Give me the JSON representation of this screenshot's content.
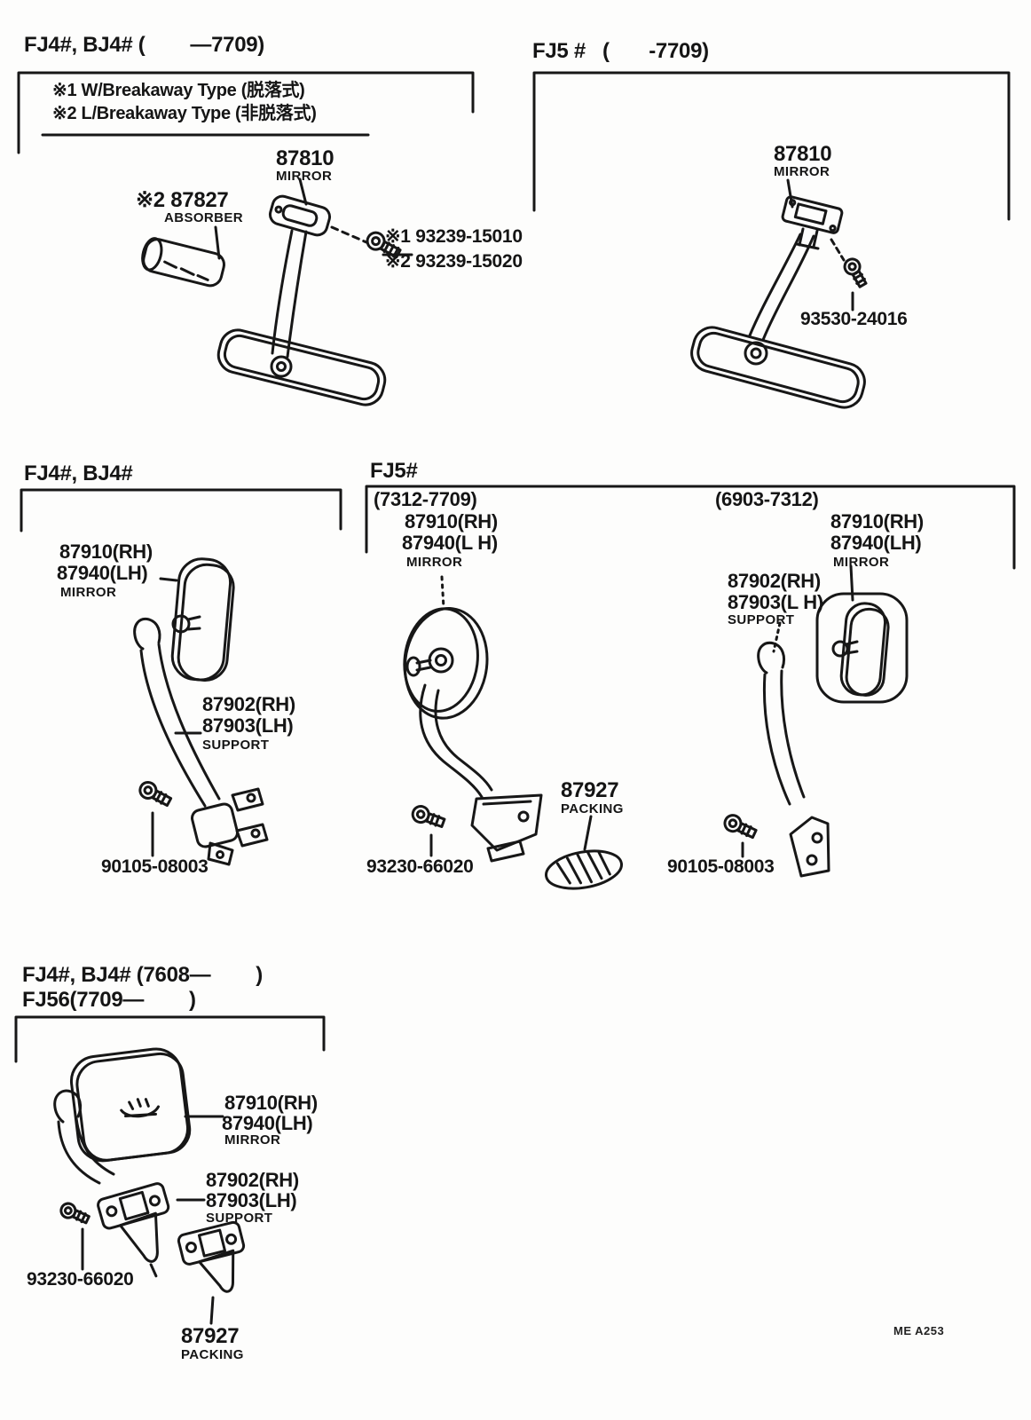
{
  "doc": {
    "footer_code": "ME A253",
    "highlight_color": "#d71a12",
    "ink_color": "#171717"
  },
  "sections": {
    "s1": {
      "header": "FJ4#, BJ4# (        —7709)",
      "note1": "※1 W/Breakaway Type (脱落式)",
      "note2": "※2 L/Breakaway Type (非脱落式)",
      "mirror_num": "87810",
      "mirror_name": "MIRROR",
      "absorber_num": "※2 87827",
      "absorber_name": "ABSORBER",
      "screw_row1": "※1 93239-15010",
      "screw_row2": "※2 93239-15020"
    },
    "s2": {
      "header": "FJ5 #   (       -7709)",
      "mirror_num": "87810",
      "mirror_name": "MIRROR",
      "screw_num": "93530-24016"
    },
    "s3": {
      "header": "FJ4#, BJ4#",
      "mirror_rh": "87910(RH)",
      "mirror_lh": "87940(LH)",
      "mirror_name": "MIRROR",
      "support_rh": "87902(RH)",
      "support_lh": "87903(LH)",
      "support_name": "SUPPORT",
      "screw_num": "90105-08003"
    },
    "s4": {
      "header": "FJ5#",
      "range": "(7312-7709)",
      "mirror_rh": "87910(RH)",
      "mirror_lh": "87940(L H)",
      "mirror_name": "MIRROR",
      "screw_num": "93230-66020",
      "packing_num": "87927",
      "packing_name": "PACKING"
    },
    "s5": {
      "range": "(6903-7312)",
      "mirror_rh": "87910(RH)",
      "mirror_lh": "87940(LH)",
      "mirror_name": "MIRROR",
      "support_rh": "87902(RH)",
      "support_lh": "87903(L H)",
      "support_name": "SUPPORT",
      "screw_num": "90105-08003"
    },
    "s6": {
      "header1": "FJ4#, BJ4# (7608—        )",
      "header2": "FJ56(7709—        )",
      "mirror_rh": "87910(RH)",
      "mirror_lh": "87940(LH)",
      "mirror_name": "MIRROR",
      "support_rh": "87902(RH)",
      "support_lh": "87903(LH)",
      "support_name": "SUPPORT",
      "screw_num": "93230-66020",
      "packing_num": "87927",
      "packing_name": "PACKING"
    }
  }
}
